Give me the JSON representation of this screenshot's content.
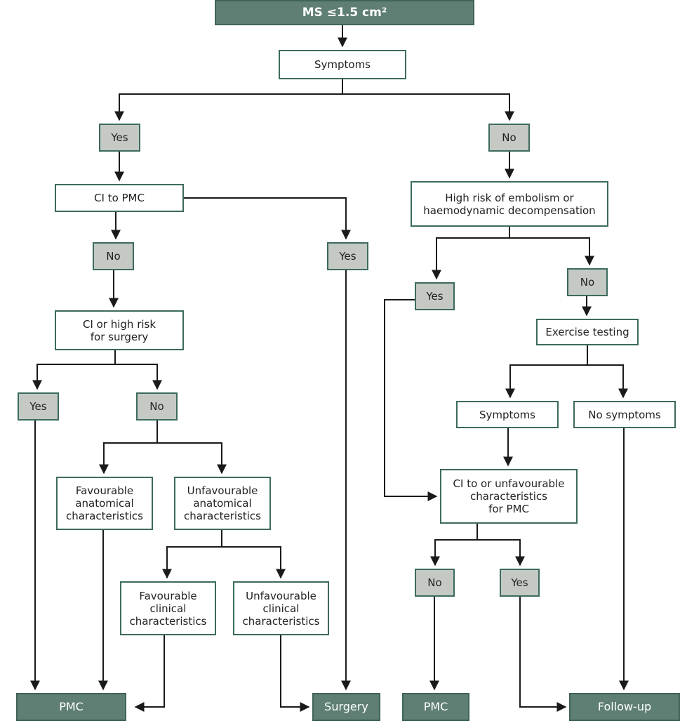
{
  "title": "MS ≤1.5 cm²",
  "nodes": {
    "symptoms": "Symptoms",
    "yes_symptoms": "Yes",
    "no_symptoms": "No",
    "ci_pmc": "CI to PMC",
    "no_ci_pmc": "No",
    "yes_ci_pmc": "Yes",
    "ci_high_risk_surgery": "CI or high risk\nfor surgery",
    "yes_surgery_risk": "Yes",
    "no_surgery_risk": "No",
    "fav_anatomical": "Favourable\nanatomical\ncharacteristics",
    "unfav_anatomical": "Unfavourable\nanatomical\ncharacteristics",
    "fav_clinical": "Favourable\nclinical\ncharacteristics",
    "unfav_clinical": "Unfavourable\nclinical\ncharacteristics",
    "high_risk_embolism": "High risk of embolism or\nhaemodynamic decompensation",
    "yes_high_risk": "Yes",
    "no_high_risk": "No",
    "exercise_testing": "Exercise testing",
    "exercise_symptoms": "Symptoms",
    "exercise_no_symptoms": "No symptoms",
    "ci_unfav_pmc": "CI to or unfavourable\ncharacteristics\nfor PMC",
    "no_ci_unfav": "No",
    "yes_ci_unfav": "Yes",
    "out_pmc_left": "PMC",
    "out_surgery": "Surgery",
    "out_pmc_right": "PMC",
    "out_followup": "Follow-up"
  },
  "colors": {
    "border": "#3c6b5e",
    "decision_fill": "#c4c9c4",
    "outcome_fill": "#5f7f74",
    "arrow": "#1a1a1a"
  }
}
